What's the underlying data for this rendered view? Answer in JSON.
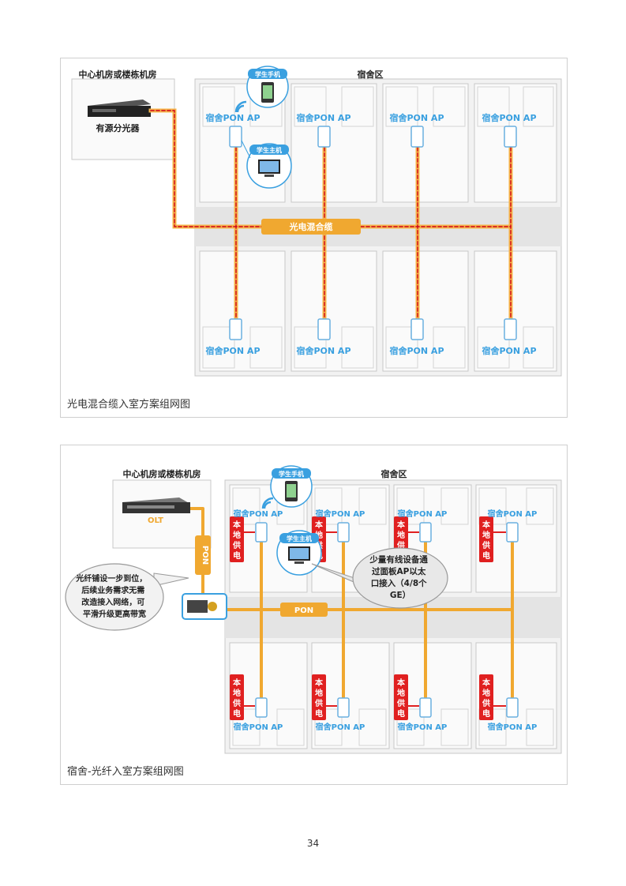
{
  "fig1": {
    "machine_room_label": "中心机房或楼栋机房",
    "dorm_area_label": "宿舍区",
    "splitter_label": "有源分光器",
    "phone_bubble_label": "学生手机",
    "pc_bubble_label": "学生主机",
    "ap_label": "宿舍PON AP",
    "cable_label": "光电混合缆",
    "caption": "光电混合缆入室方案组网图",
    "colors": {
      "cable_outer": "#f5a623",
      "cable_inner": "#d0021b",
      "ap_text": "#3aa0e0",
      "room_line": "#c8c8c8"
    }
  },
  "fig2": {
    "machine_room_label": "中心机房或楼栋机房",
    "dorm_area_label": "宿舍区",
    "olt_label": "OLT",
    "phone_bubble_label": "学生手机",
    "pc_bubble_label": "学生主机",
    "ap_label": "宿舍PON AP",
    "pon_vertical_label": "PON",
    "pon_horizontal_label": "PON",
    "local_power_label": "本地供电",
    "callout_left": "光纤铺设一步到位，后续业务需求无需改造接入网络，可平滑升级更高带宽",
    "callout_left_lines": [
      "光纤铺设一步到位，",
      "后续业务需求无需",
      "改造接入网络，可",
      "平滑升级更高带宽"
    ],
    "callout_right": "少量有线设备通过面板AP以太口接入（4/8个GE）",
    "callout_right_lines": [
      "少量有线设备通",
      "过面板AP以太",
      "口接入（4/8个",
      "GE）"
    ],
    "caption": "宿舍-光纤入室方案组网图",
    "colors": {
      "fiber": "#f0a830",
      "power_red": "#e02020",
      "ap_text": "#3aa0e0"
    }
  },
  "page_number": "34"
}
